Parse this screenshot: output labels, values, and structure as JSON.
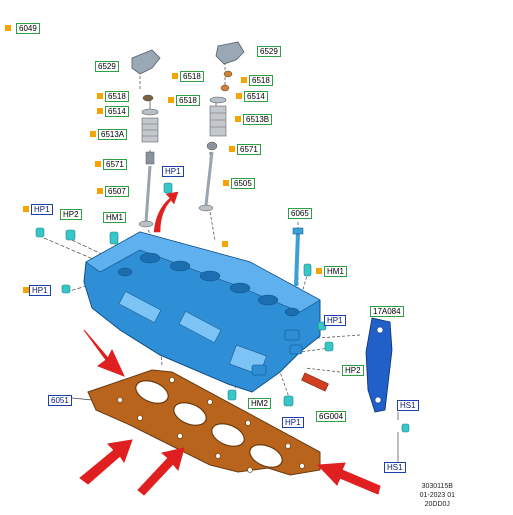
{
  "callouts": {
    "c6049": "6049",
    "c6529_left": "6529",
    "c6529_right": "6529",
    "c6518_l1": "6518",
    "c6518_l2": "6518",
    "c6518_r1": "6518",
    "c6518_r2": "6518",
    "c6514_left": "6514",
    "c6514_right": "6514",
    "c6513A": "6513A",
    "c6513B": "6513B",
    "c6571_left": "6571",
    "c6571_right": "6571",
    "c6507": "6507",
    "c6505": "6505",
    "hp1_valve": "HP1",
    "hp1_left_top": "HP1",
    "hp2_left": "HP2",
    "hm1_left": "HM1",
    "hp1_left_bottom": "HP1",
    "c6065": "6065",
    "hm1_right": "HM1",
    "c17A084": "17A084",
    "hp1_right": "HP1",
    "hp2_right": "HP2",
    "c6051": "6051",
    "hm2": "HM2",
    "hp1_bottom": "HP1",
    "c6G004": "6G004",
    "hs1_top": "HS1",
    "hs1_bottom": "HS1"
  },
  "doc_ref": {
    "line1": "3030115B",
    "line2": "01-2023 01",
    "line3": "20DD0J"
  },
  "colors": {
    "head_blue": "#2f8fd6",
    "gasket_brown": "#b8641c",
    "arrow_red": "#e02020",
    "callout_green": "#2f9e44",
    "callout_blue": "#1c3fae",
    "marker_orange": "#f5a400",
    "plug_cyan": "#39c6c8"
  }
}
